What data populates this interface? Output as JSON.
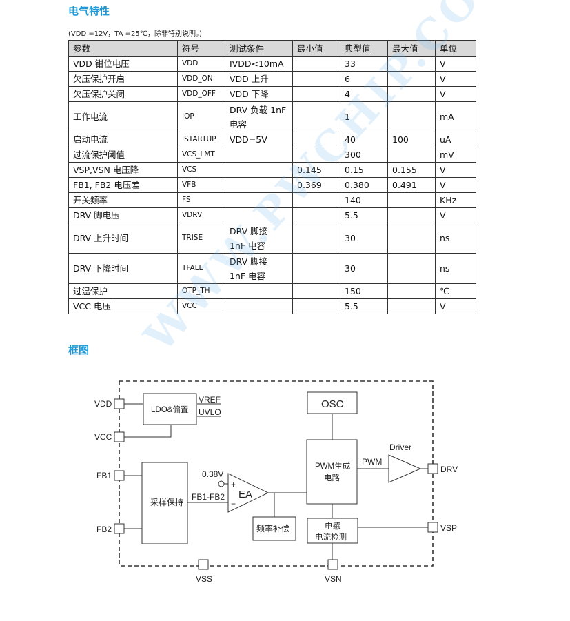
{
  "sections": {
    "electrical_title": "电气特性",
    "block_title": "框图"
  },
  "conditions": "(VDD =12V，TA =25℃，除非特别说明。)",
  "table": {
    "headers": [
      "参数",
      "符号",
      "测试条件",
      "最小值",
      "典型值",
      "最大值",
      "单位"
    ],
    "rows": [
      {
        "param": "VDD  钳位电压",
        "sym": "VDD",
        "cond": "IVDD<10mA",
        "min": "",
        "typ": "33",
        "max": "",
        "unit": "V"
      },
      {
        "param": "欠压保护开启",
        "sym": "VDD_ON",
        "cond": "VDD 上升",
        "min": "",
        "typ": "6",
        "max": "",
        "unit": "V"
      },
      {
        "param": "欠压保护关闭",
        "sym": "VDD_OFF",
        "cond": "VDD 下降",
        "min": "",
        "typ": "4",
        "max": "",
        "unit": "V"
      },
      {
        "param": "工作电流",
        "sym": "IOP",
        "cond": "DRV 负载 1nF",
        "cond2": "电容",
        "min": "",
        "typ": "1",
        "max": "",
        "unit": "mA"
      },
      {
        "param": "启动电流",
        "sym": "ISTARTUP",
        "cond": "VDD=5V",
        "min": "",
        "typ": "40",
        "max": "100",
        "unit": "uA"
      },
      {
        "param": "过流保护阈值",
        "sym": "VCS_LMT",
        "cond": "",
        "min": "",
        "typ": "300",
        "max": "",
        "unit": "mV"
      },
      {
        "param": "VSP,VSN  电压降",
        "sym": "VCS",
        "cond": "",
        "min": "0.145",
        "typ": "0.15",
        "max": "0.155",
        "unit": "V"
      },
      {
        "param": "FB1,    FB2  电压差",
        "sym": "VFB",
        "cond": "",
        "min": "0.369",
        "typ": "0.380",
        "max": "0.491",
        "unit": "V"
      },
      {
        "param": "开关频率",
        "sym": "FS",
        "cond": "",
        "min": "",
        "typ": "140",
        "max": "",
        "unit": "KHz"
      },
      {
        "param": "DRV  脚电压",
        "sym": "VDRV",
        "cond": "",
        "min": "",
        "typ": "5.5",
        "max": "",
        "unit": "V"
      },
      {
        "param": "DRV  上升时间",
        "sym": "TRISE",
        "cond": "DRV  脚接",
        "cond2": "1nF  电容",
        "min": "",
        "typ": "30",
        "max": "",
        "unit": "ns"
      },
      {
        "param": "DRV  下降时间",
        "sym": "TFALL",
        "cond": "DRV  脚接",
        "cond2": "1nF  电容",
        "min": "",
        "typ": "30",
        "max": "",
        "unit": "ns"
      },
      {
        "param": "过温保护",
        "sym": "OTP_TH",
        "cond": "",
        "min": "",
        "typ": "150",
        "max": "",
        "unit": "℃"
      },
      {
        "param": "VCC  电压",
        "sym": "VCC",
        "cond": "",
        "min": "",
        "typ": "5.5",
        "max": "",
        "unit": "V"
      }
    ]
  },
  "diagram": {
    "pins": {
      "vdd": "VDD",
      "vcc": "VCC",
      "fb1": "FB1",
      "fb2": "FB2",
      "vss": "VSS",
      "vsn": "VSN",
      "drv": "DRV",
      "vsp": "VSP"
    },
    "blocks": {
      "ldo": "LDO&偏置",
      "vref": "VREF",
      "uvlo": "UVLO",
      "osc": "OSC",
      "pwm_line1": "PWM生成",
      "pwm_line2": "电路",
      "driver": "Driver",
      "pwm_signal": "PWM",
      "sample_hold": "采样保持",
      "ref_voltage": "0.38V",
      "ea": "EA",
      "fb_diff": "FB1-FB2",
      "plus": "+",
      "minus": "−",
      "freq_comp": "频率补偿",
      "cs_line1": "电感",
      "cs_line2": "电流检测"
    }
  },
  "watermark": "WWW.PWCHIP.COM"
}
